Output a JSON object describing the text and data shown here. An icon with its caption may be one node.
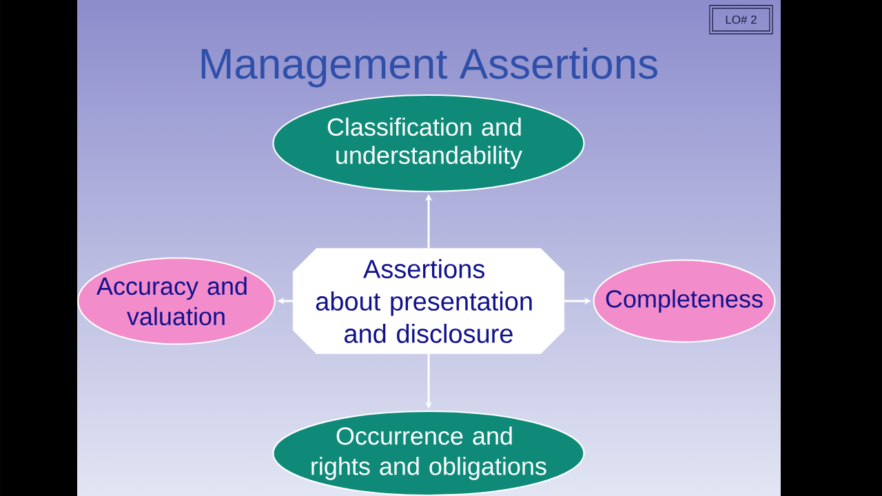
{
  "diagram": {
    "title": "Management Assertions",
    "nodes": [
      {
        "text": [
          "LO# 2"
        ]
      },
      {
        "text": [
          "Classification and understandability"
        ]
      },
      {
        "text": [
          "Accuracy and valuation"
        ]
      },
      {
        "text": [
          "Assertions about presentation and disclosure"
        ]
      },
      {
        "text": [
          "Completeness"
        ]
      },
      {
        "text": [
          "Occurrence and rights and obligations"
        ]
      }
    ],
    "edges": [
      {
        "from": 3,
        "to": 1,
        "arrow": "to"
      },
      {
        "from": 3,
        "to": 2,
        "arrow": "to"
      },
      {
        "from": 3,
        "to": 4,
        "arrow": "to"
      },
      {
        "from": 3,
        "to": 5,
        "arrow": "to"
      }
    ]
  }
}
